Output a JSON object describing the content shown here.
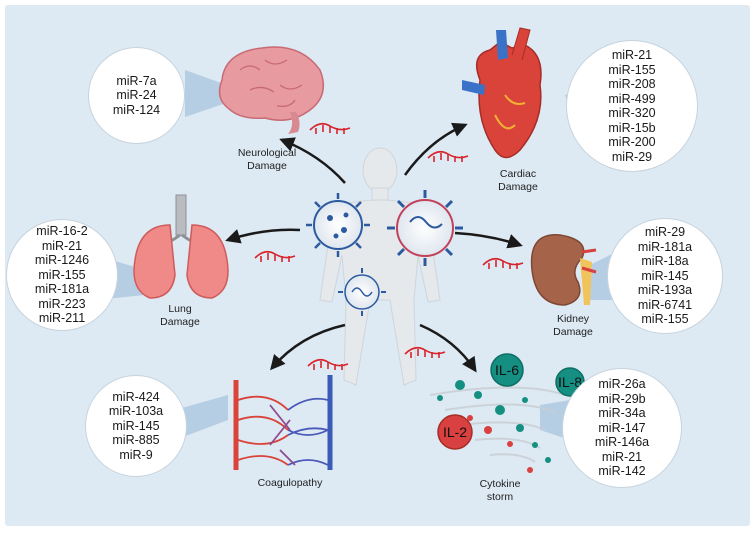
{
  "organs": {
    "neuro": {
      "label_lines": [
        "Neurological",
        "Damage"
      ],
      "mirnas": [
        "miR-7a",
        "miR-24",
        "miR-124"
      ]
    },
    "cardiac": {
      "label_lines": [
        "Cardiac",
        "Damage"
      ],
      "mirnas": [
        "miR-21",
        "miR-155",
        "miR-208",
        "miR-499",
        "miR-320",
        "miR-15b",
        "miR-200",
        "miR-29"
      ]
    },
    "lung": {
      "label_lines": [
        "Lung",
        "Damage"
      ],
      "mirnas": [
        "miR-16-2",
        "miR-21",
        "miR-1246",
        "miR-155",
        "miR-181a",
        "miR-223",
        "miR-211"
      ]
    },
    "kidney": {
      "label_lines": [
        "Kidney",
        "Damage"
      ],
      "mirnas": [
        "miR-29",
        "miR-181a",
        "miR-18a",
        "miR-145",
        "miR-193a",
        "miR-6741",
        "miR-155"
      ]
    },
    "coag": {
      "label_lines": [
        "Coagulopathy"
      ],
      "mirnas": [
        "miR-424",
        "miR-103a",
        "miR-145",
        "miR-885",
        "miR-9"
      ]
    },
    "cytokine": {
      "label_lines": [
        "Cytokine",
        "storm"
      ],
      "mirnas": [
        "miR-26a",
        "miR-29b",
        "miR-34a",
        "miR-147",
        "miR-146a",
        "miR-21",
        "miR-142"
      ]
    }
  },
  "cytokines": {
    "il6": "IL-6",
    "il8": "IL-8",
    "il2": "IL-2"
  },
  "colors": {
    "background": "#dde9f3",
    "rna": "#d9232b",
    "arrow": "#1a1a1a",
    "virus": "#2c5aa0",
    "il6": "#148f82",
    "il8": "#148f82",
    "il2": "#d94040"
  }
}
